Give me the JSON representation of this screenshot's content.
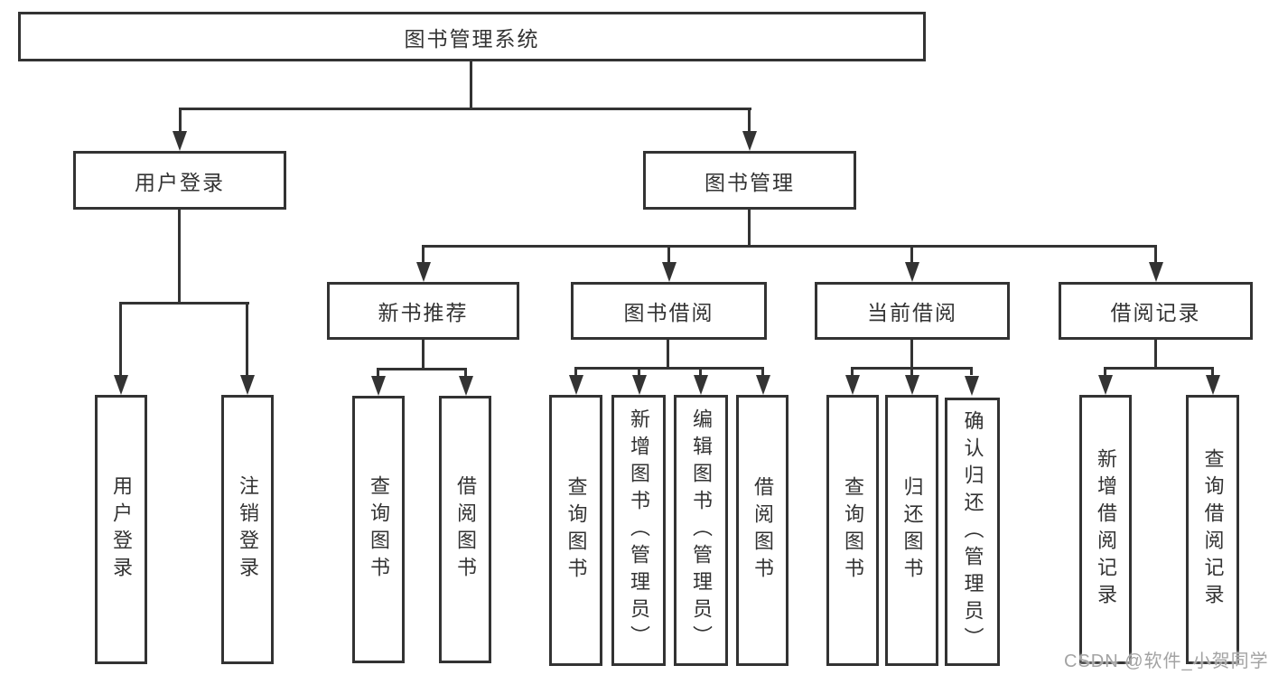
{
  "tree": {
    "label": "图书管理系统",
    "children": [
      {
        "label": "用户登录",
        "children": [
          {
            "label": "用户登录"
          },
          {
            "label": "注销登录"
          }
        ]
      },
      {
        "label": "图书管理",
        "children": [
          {
            "label": "新书推荐",
            "children": [
              {
                "label": "查询图书"
              },
              {
                "label": "借阅图书"
              }
            ]
          },
          {
            "label": "图书借阅",
            "children": [
              {
                "label": "查询图书"
              },
              {
                "label": "新增图书（管理员）"
              },
              {
                "label": "编辑图书（管理员）"
              },
              {
                "label": "借阅图书"
              }
            ]
          },
          {
            "label": "当前借阅",
            "children": [
              {
                "label": "查询图书"
              },
              {
                "label": "归还图书"
              },
              {
                "label": "确认归还（管理员）"
              }
            ]
          },
          {
            "label": "借阅记录",
            "children": [
              {
                "label": "新增借阅记录"
              },
              {
                "label": "查询借阅记录"
              }
            ]
          }
        ]
      }
    ]
  },
  "watermark": {
    "text": "CSDN @软件_小贺同学"
  },
  "colors": {
    "line": "#333333",
    "text": "#333333",
    "box_bg": "#ffffff",
    "watermark": "#a3a3a3"
  }
}
